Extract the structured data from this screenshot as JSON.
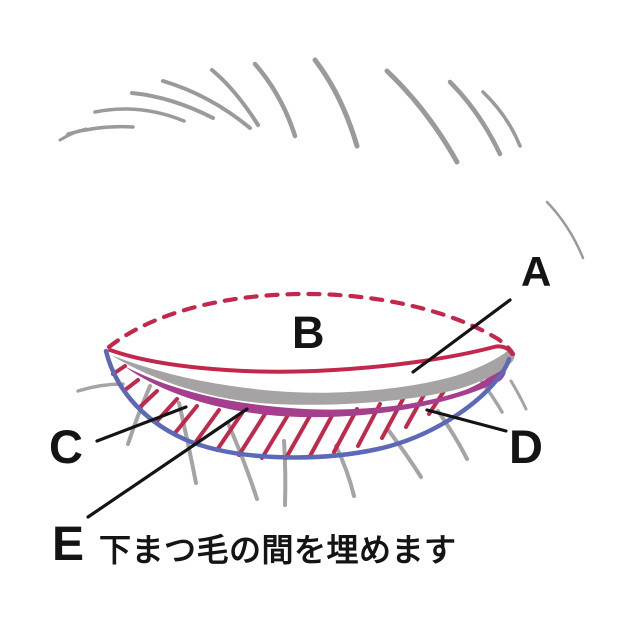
{
  "diagram": {
    "type": "eye-makeup-instruction",
    "labels": {
      "a": "A",
      "b": "B",
      "c": "C",
      "d": "D",
      "e": "E"
    },
    "caption_e": "下まつ毛の間を埋めます"
  },
  "colors": {
    "red_line": "#c2284c",
    "magenta_liner": "#a53e8c",
    "blue_line": "#5c69b7",
    "lash_gray": "#a6a3a4",
    "brow_gray": "#9b999a",
    "label_black": "#141414",
    "background": "#ffffff"
  }
}
